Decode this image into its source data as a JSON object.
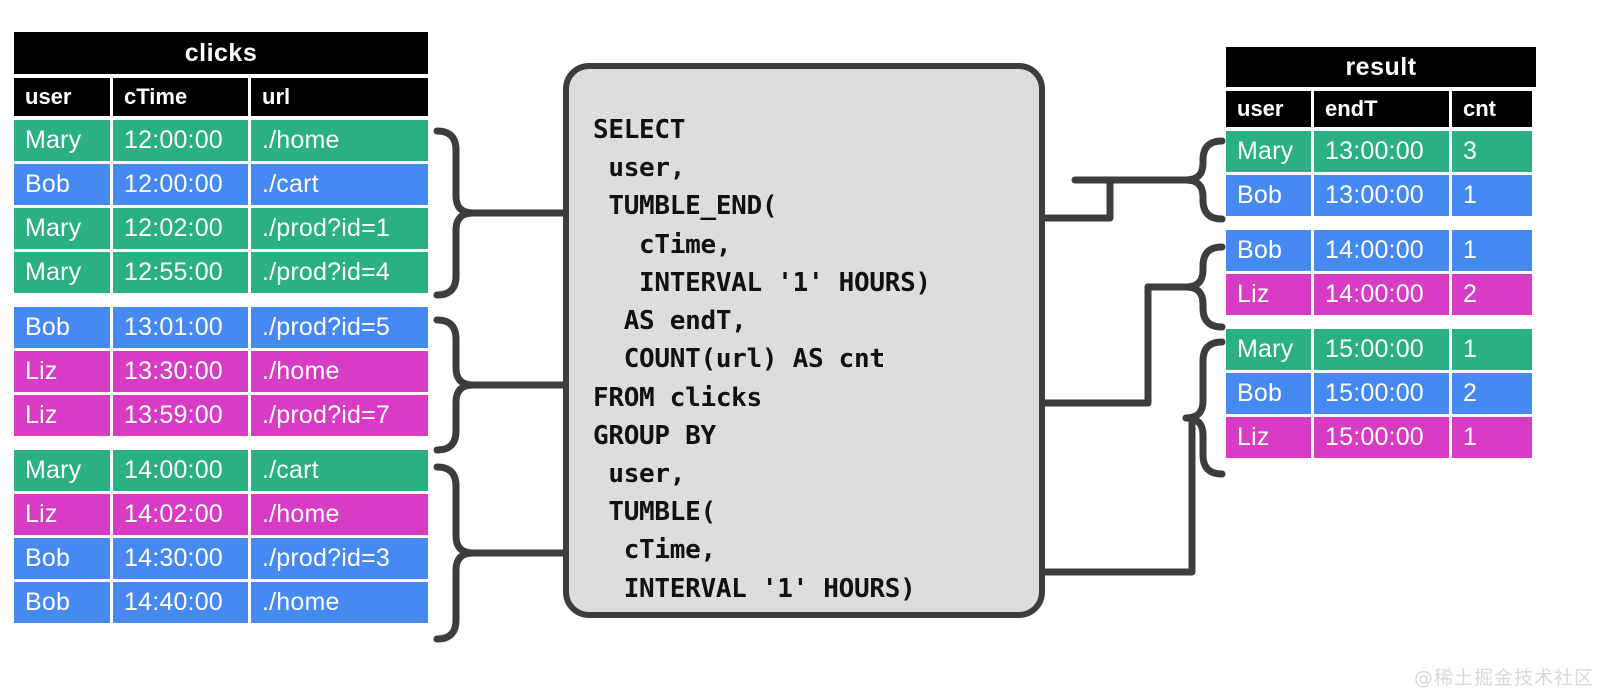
{
  "clicks_table": {
    "title": "clicks",
    "columns": [
      "user",
      "cTime",
      "url"
    ],
    "groups": [
      [
        {
          "user": "Mary",
          "cTime": "12:00:00",
          "url": "./home",
          "color": "green"
        },
        {
          "user": "Bob",
          "cTime": "12:00:00",
          "url": "./cart",
          "color": "blue"
        },
        {
          "user": "Mary",
          "cTime": "12:02:00",
          "url": "./prod?id=1",
          "color": "green"
        },
        {
          "user": "Mary",
          "cTime": "12:55:00",
          "url": "./prod?id=4",
          "color": "green"
        }
      ],
      [
        {
          "user": "Bob",
          "cTime": "13:01:00",
          "url": "./prod?id=5",
          "color": "blue"
        },
        {
          "user": "Liz",
          "cTime": "13:30:00",
          "url": "./home",
          "color": "pink"
        },
        {
          "user": "Liz",
          "cTime": "13:59:00",
          "url": "./prod?id=7",
          "color": "pink"
        }
      ],
      [
        {
          "user": "Mary",
          "cTime": "14:00:00",
          "url": "./cart",
          "color": "green"
        },
        {
          "user": "Liz",
          "cTime": "14:02:00",
          "url": "./home",
          "color": "pink"
        },
        {
          "user": "Bob",
          "cTime": "14:30:00",
          "url": "./prod?id=3",
          "color": "blue"
        },
        {
          "user": "Bob",
          "cTime": "14:40:00",
          "url": "./home",
          "color": "blue"
        }
      ]
    ]
  },
  "sql": {
    "query": "SELECT\n user,\n TUMBLE_END(\n   cTime,\n   INTERVAL '1' HOURS)\n  AS endT,\n  COUNT(url) AS cnt\nFROM clicks\nGROUP BY\n user,\n TUMBLE(\n  cTime,\n  INTERVAL '1' HOURS)"
  },
  "result_table": {
    "title": "result",
    "columns": [
      "user",
      "endT",
      "cnt"
    ],
    "groups": [
      [
        {
          "user": "Mary",
          "endT": "13:00:00",
          "cnt": "3",
          "color": "green"
        },
        {
          "user": "Bob",
          "endT": "13:00:00",
          "cnt": "1",
          "color": "blue"
        }
      ],
      [
        {
          "user": "Bob",
          "endT": "14:00:00",
          "cnt": "1",
          "color": "blue"
        },
        {
          "user": "Liz",
          "endT": "14:00:00",
          "cnt": "2",
          "color": "pink"
        }
      ],
      [
        {
          "user": "Mary",
          "endT": "15:00:00",
          "cnt": "1",
          "color": "green"
        },
        {
          "user": "Bob",
          "endT": "15:00:00",
          "cnt": "2",
          "color": "blue"
        },
        {
          "user": "Liz",
          "endT": "15:00:00",
          "cnt": "1",
          "color": "pink"
        }
      ]
    ]
  },
  "watermark": {
    "text": "@稀土掘金技术社区"
  },
  "colors": {
    "green": "#2bb085",
    "blue": "#4789f2",
    "pink": "#d83cc4",
    "header_bg": "#000000",
    "sql_fill": "#dddddd",
    "sql_border": "#3d3d3d",
    "connector": "#3d3d3d"
  }
}
